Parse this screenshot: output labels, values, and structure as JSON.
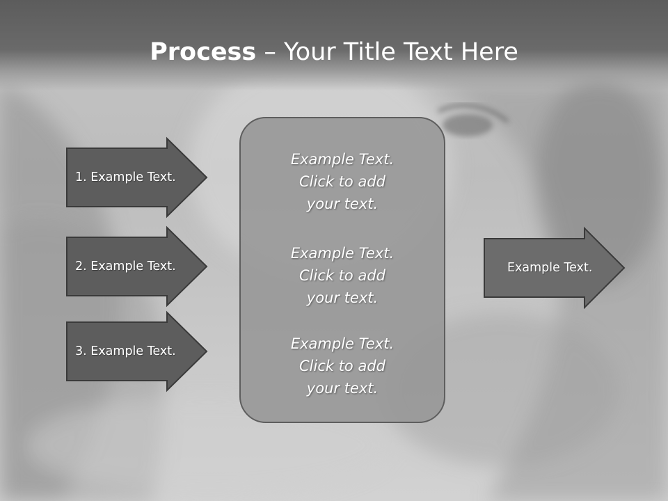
{
  "title": {
    "bold": "Process",
    "rest": " – Your Title Text Here"
  },
  "left_arrows": [
    {
      "label": "1. Example Text."
    },
    {
      "label": "2. Example Text."
    },
    {
      "label": "3. Example Text."
    }
  ],
  "center_blocks": [
    {
      "line1": "Example Text.",
      "line2": "Click  to add",
      "line3": "your text."
    },
    {
      "line1": "Example Text.",
      "line2": "Click  to add",
      "line3": "your text."
    },
    {
      "line1": "Example Text.",
      "line2": "Click  to add",
      "line3": "your text."
    }
  ],
  "right_arrow": {
    "label": "Example Text."
  },
  "colors": {
    "title_bar": "#5c5c5c",
    "left_arrow_fill": "#5d5d5d",
    "right_arrow_fill": "#6c6c6c",
    "center_box_fill": "#969696",
    "outline": "#3a3a3a",
    "text": "#ffffff"
  }
}
